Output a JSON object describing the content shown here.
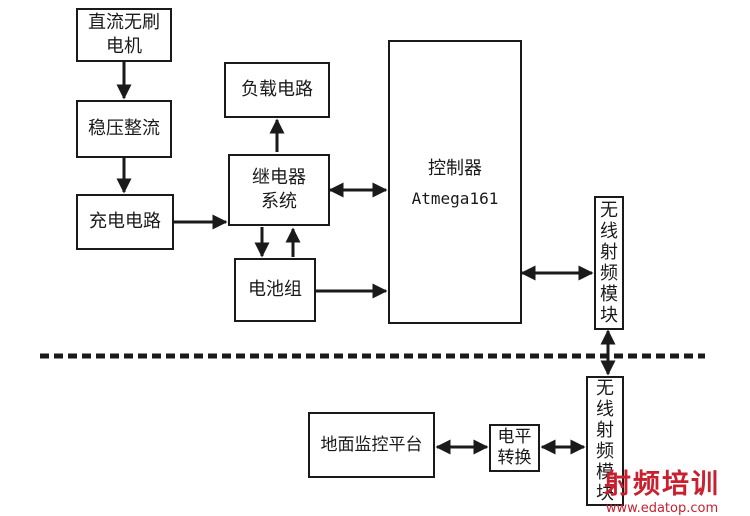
{
  "diagram": {
    "motor": "直流无刷\n电机",
    "regulator": "稳压整流",
    "charger": "充电电路",
    "load": "负载电路",
    "relay": "继电器\n系统",
    "battery": "电池组",
    "controller_name": "控制器",
    "controller_chip": "Atmega161",
    "rf_upper": "无\n线\n射\n频\n模\n块",
    "rf_lower": "无\n线\n射\n频\n模\n块",
    "level_shift": "电平\n转换",
    "ground_station": "地面监控平台"
  },
  "watermark": {
    "text_cn": "射频培训",
    "url": "www.edatop.com"
  },
  "colors": {
    "ink": "#1a1a1a",
    "watermark": "#c8202f"
  }
}
